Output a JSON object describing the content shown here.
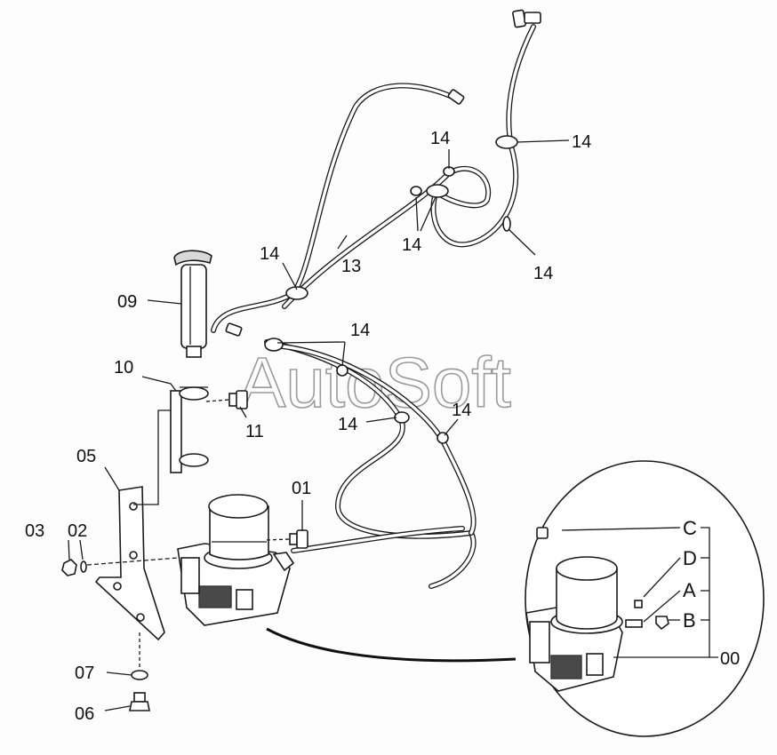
{
  "watermark": "AutoSoft",
  "callouts": {
    "c01": "01",
    "c02": "02",
    "c03": "03",
    "c05": "05",
    "c06": "06",
    "c07": "07",
    "c09": "09",
    "c10": "10",
    "c11": "11",
    "c13": "13",
    "c14": "14",
    "c00": "00"
  },
  "detail_callouts": {
    "A": "A",
    "B": "B",
    "C": "C",
    "D": "D"
  }
}
